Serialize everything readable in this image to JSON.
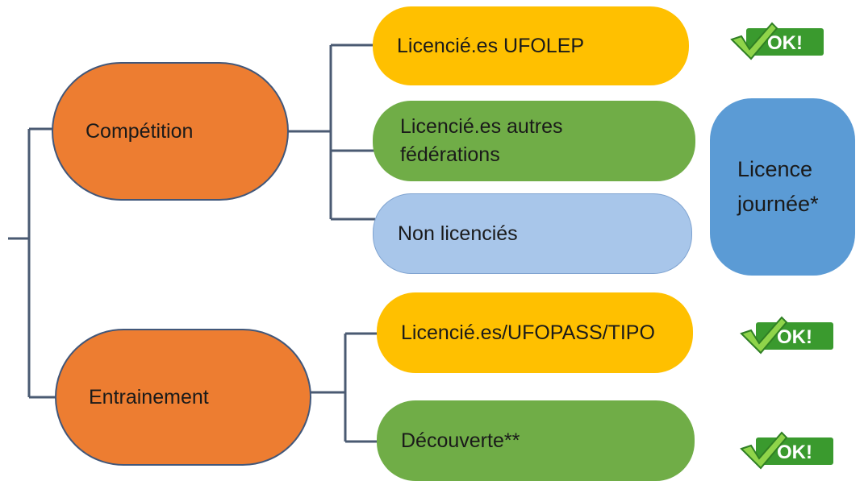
{
  "categories": [
    {
      "label": "Compétition",
      "options": [
        {
          "label": "Licencié.es UFOLEP",
          "status": "OK!"
        },
        {
          "label": "Licencié.es autres fédérations"
        },
        {
          "label": "Non licenciés"
        }
      ]
    },
    {
      "label": "Entrainement",
      "options": [
        {
          "label": "Licencié.es/UFOPASS/TIPO",
          "status": "OK!"
        },
        {
          "label": "Découverte**",
          "status": "OK!"
        }
      ]
    }
  ],
  "side_note": "Licence journée*",
  "colors": {
    "category": "#ed7d31",
    "yellow": "#ffc000",
    "green": "#70ad47",
    "light_blue": "#a8c6ea",
    "blue": "#5b9bd5",
    "connector": "#4a5a72",
    "badge_green": "#3a9a2e",
    "badge_check": "#8fd44a"
  }
}
